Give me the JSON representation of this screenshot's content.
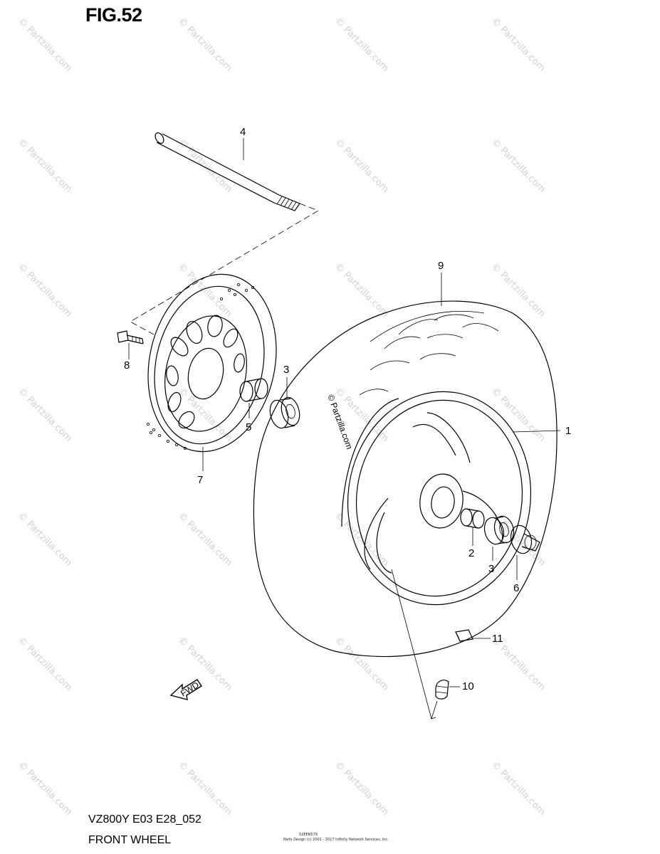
{
  "figure": {
    "title": "FIG.52",
    "model_code": "VZ800Y E03 E28_052",
    "section_name": "FRONT WHEEL"
  },
  "watermark": {
    "text": "© Partzilla.com",
    "color": "#d2d2d2"
  },
  "center_label": "© Partzilla.com",
  "fwd_label": "FWD",
  "fine_print": {
    "code": "52EEN579",
    "copyright": "Parts Design (c) 2001 - 2017 Infinity Network Services, Inc."
  },
  "callouts": {
    "c1": "1",
    "c2": "2",
    "c3a": "3",
    "c3b": "3",
    "c4": "4",
    "c5": "5",
    "c6": "6",
    "c7": "7",
    "c8": "8",
    "c9": "9",
    "c10": "10",
    "c11": "11"
  }
}
